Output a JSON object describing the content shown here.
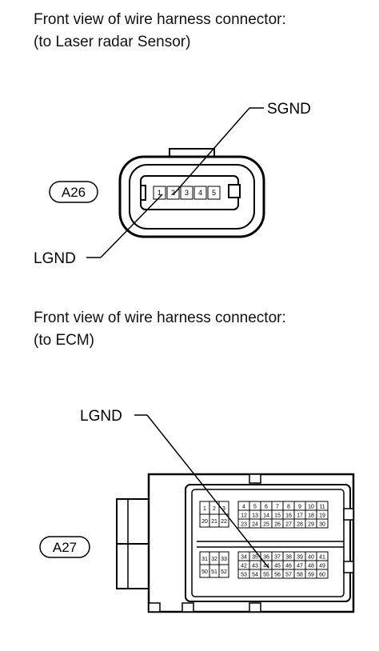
{
  "connector_a26": {
    "caption_line1": "Front view of wire harness connector:",
    "caption_line2": "(to Laser radar Sensor)",
    "id": "A26",
    "pins": [
      "1",
      "2",
      "3",
      "4",
      "5"
    ],
    "labels": {
      "sgnd": "SGND",
      "lgnd": "LGND"
    }
  },
  "connector_a27": {
    "caption_line1": "Front view of wire harness connector:",
    "caption_line2": "(to ECM)",
    "id": "A27",
    "labels": {
      "lgnd": "LGND"
    },
    "pins": {
      "left_top_row1": [
        "1",
        "2",
        "3"
      ],
      "left_top_row2": [
        "20",
        "21",
        "22"
      ],
      "left_bottom_row1": [
        "31",
        "32",
        "33"
      ],
      "left_bottom_row2": [
        "50",
        "51",
        "52"
      ],
      "right_top_row1": [
        "4",
        "5",
        "6",
        "7",
        "8",
        "9",
        "10",
        "11"
      ],
      "right_top_row2": [
        "12",
        "13",
        "14",
        "15",
        "16",
        "17",
        "18",
        "19"
      ],
      "right_top_row3": [
        "23",
        "24",
        "25",
        "26",
        "27",
        "28",
        "29",
        "30"
      ],
      "right_bottom_row1": [
        "34",
        "35",
        "36",
        "37",
        "38",
        "39",
        "40",
        "41"
      ],
      "right_bottom_row2": [
        "42",
        "43",
        "44",
        "45",
        "46",
        "47",
        "48",
        "49"
      ],
      "right_bottom_row3": [
        "53",
        "54",
        "55",
        "56",
        "57",
        "58",
        "59",
        "60"
      ]
    }
  }
}
